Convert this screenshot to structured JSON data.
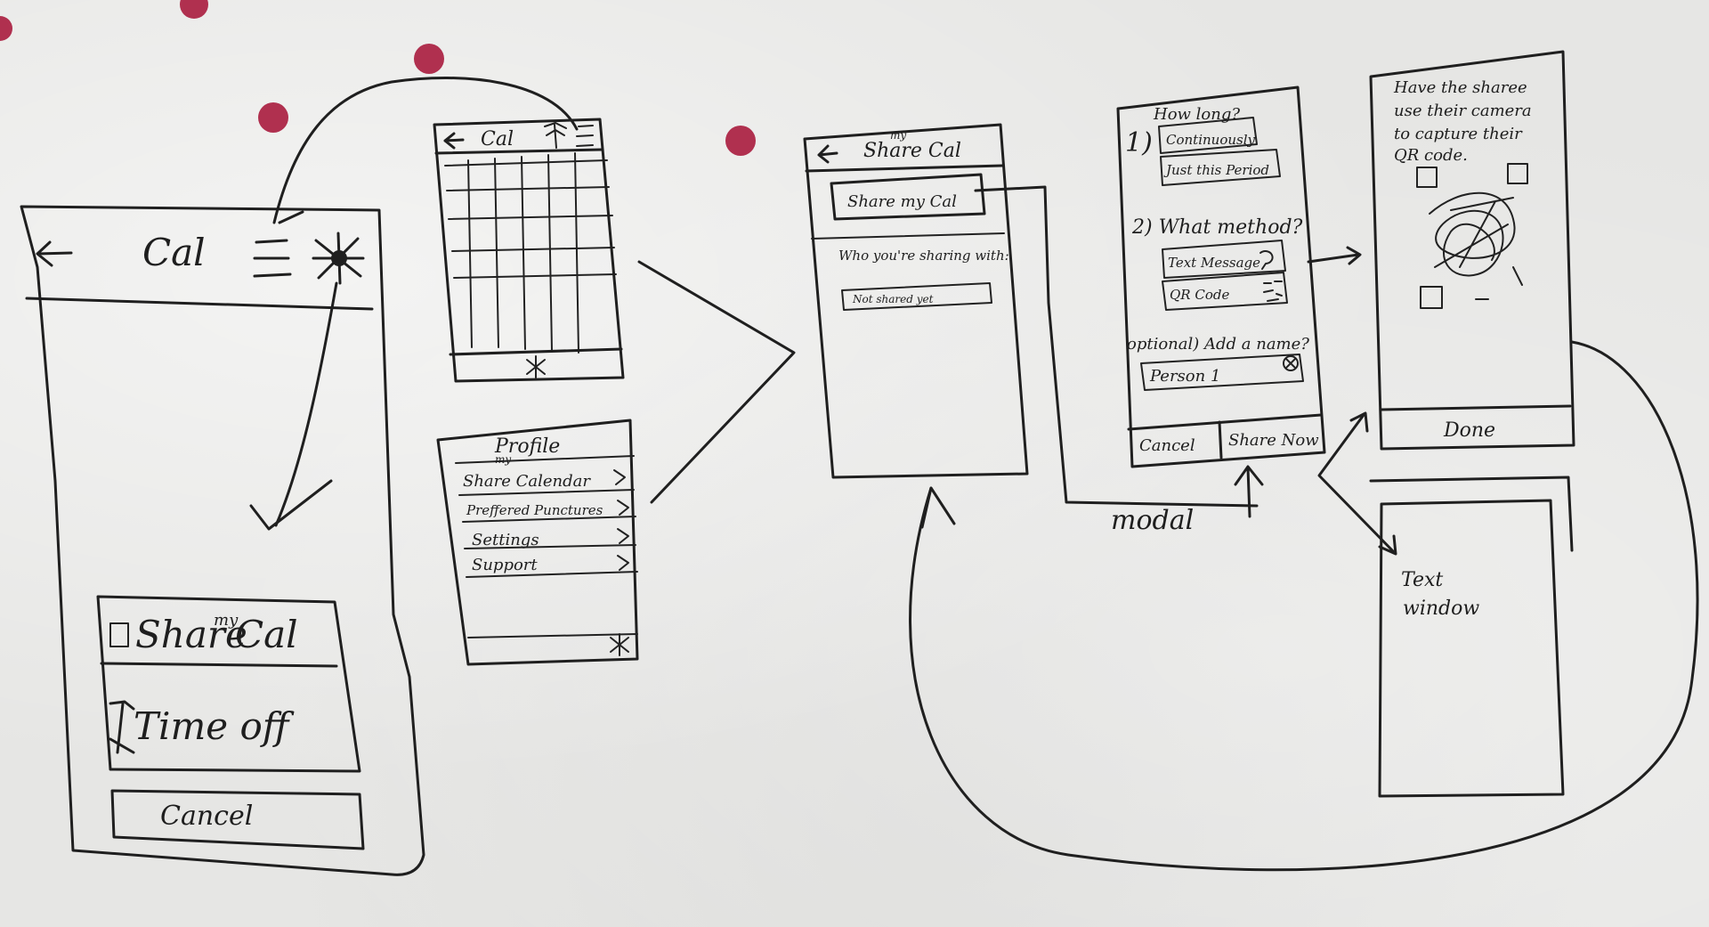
{
  "colors": {
    "board": "#e6e6e4",
    "ink": "#1f1f1f",
    "magnet": "#b0304f"
  },
  "screen1": {
    "back_icon": "left-arrow-icon",
    "title": "Cal",
    "menu_icon": "hamburger-menu-icon",
    "share_icon": "asterisk-icon",
    "option_share": "Share",
    "option_share_insert": "my",
    "option_share_tail": "Cal",
    "option_time_off": "Time off",
    "cancel": "Cancel"
  },
  "screen2": {
    "title": "Cal",
    "back_icon": "left-arrow-icon",
    "palm_icon": "palm-tree-icon",
    "menu_icon": "hamburger-menu-icon",
    "footer_icon": "asterisk-icon"
  },
  "screen3": {
    "title": "Profile",
    "items": [
      "Share Calendar",
      "Preffered Punctures",
      "Settings",
      "Support"
    ],
    "item_insert": "my",
    "footer_icon": "asterisk-icon"
  },
  "screen4": {
    "title": "Share Cal",
    "title_insert": "my",
    "button": "Share my Cal",
    "who_label": "Who you're sharing with:",
    "field_value": "Not shared yet"
  },
  "screen5": {
    "q1": "How long?",
    "q1_num": "1)",
    "opt1": "Continuously",
    "opt2": "Just this Period",
    "q2": "2) What method?",
    "method1": "Text Message",
    "method2": "QR Code",
    "optional": "optional) Add a name?",
    "name_value": "Person 1",
    "cancel": "Cancel",
    "share_now": "Share Now"
  },
  "modal_label": "modal",
  "screen6": {
    "instruction": [
      "Have the sharee",
      "use their camera",
      "to capture their",
      "QR code."
    ],
    "done": "Done"
  },
  "screen7": {
    "text": [
      "Text",
      "window"
    ]
  }
}
